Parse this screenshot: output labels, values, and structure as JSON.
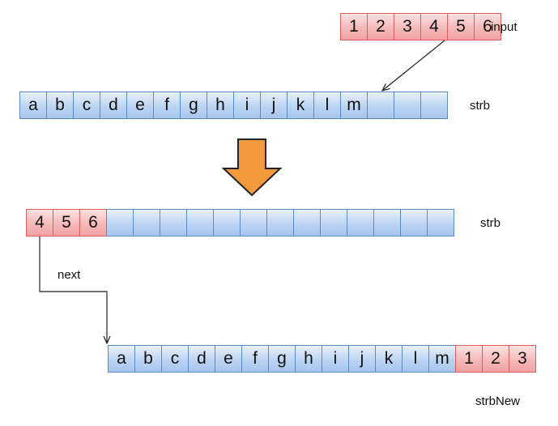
{
  "input": {
    "label": "input",
    "cells": [
      "1",
      "2",
      "3",
      "4",
      "5",
      "6"
    ]
  },
  "strb_before": {
    "label": "strb",
    "cells": [
      "a",
      "b",
      "c",
      "d",
      "e",
      "f",
      "g",
      "h",
      "i",
      "j",
      "k",
      "l",
      "m",
      "",
      "",
      ""
    ]
  },
  "strb_after": {
    "label": "strb",
    "cells": [
      "4",
      "5",
      "6",
      "",
      "",
      "",
      "",
      "",
      "",
      "",
      "",
      "",
      "",
      "",
      "",
      ""
    ]
  },
  "connector": {
    "label": "next"
  },
  "strbnew": {
    "label": "strbNew",
    "cells": [
      "a",
      "b",
      "c",
      "d",
      "e",
      "f",
      "g",
      "h",
      "i",
      "j",
      "k",
      "l",
      "m",
      "1",
      "2",
      "3"
    ]
  },
  "colors": {
    "blue_cell": "#bcd4f2",
    "blue_border": "#5b8ac8",
    "red_cell": "#f5b9b8",
    "red_border": "#d9605f",
    "big_arrow": "#f39a3e"
  }
}
